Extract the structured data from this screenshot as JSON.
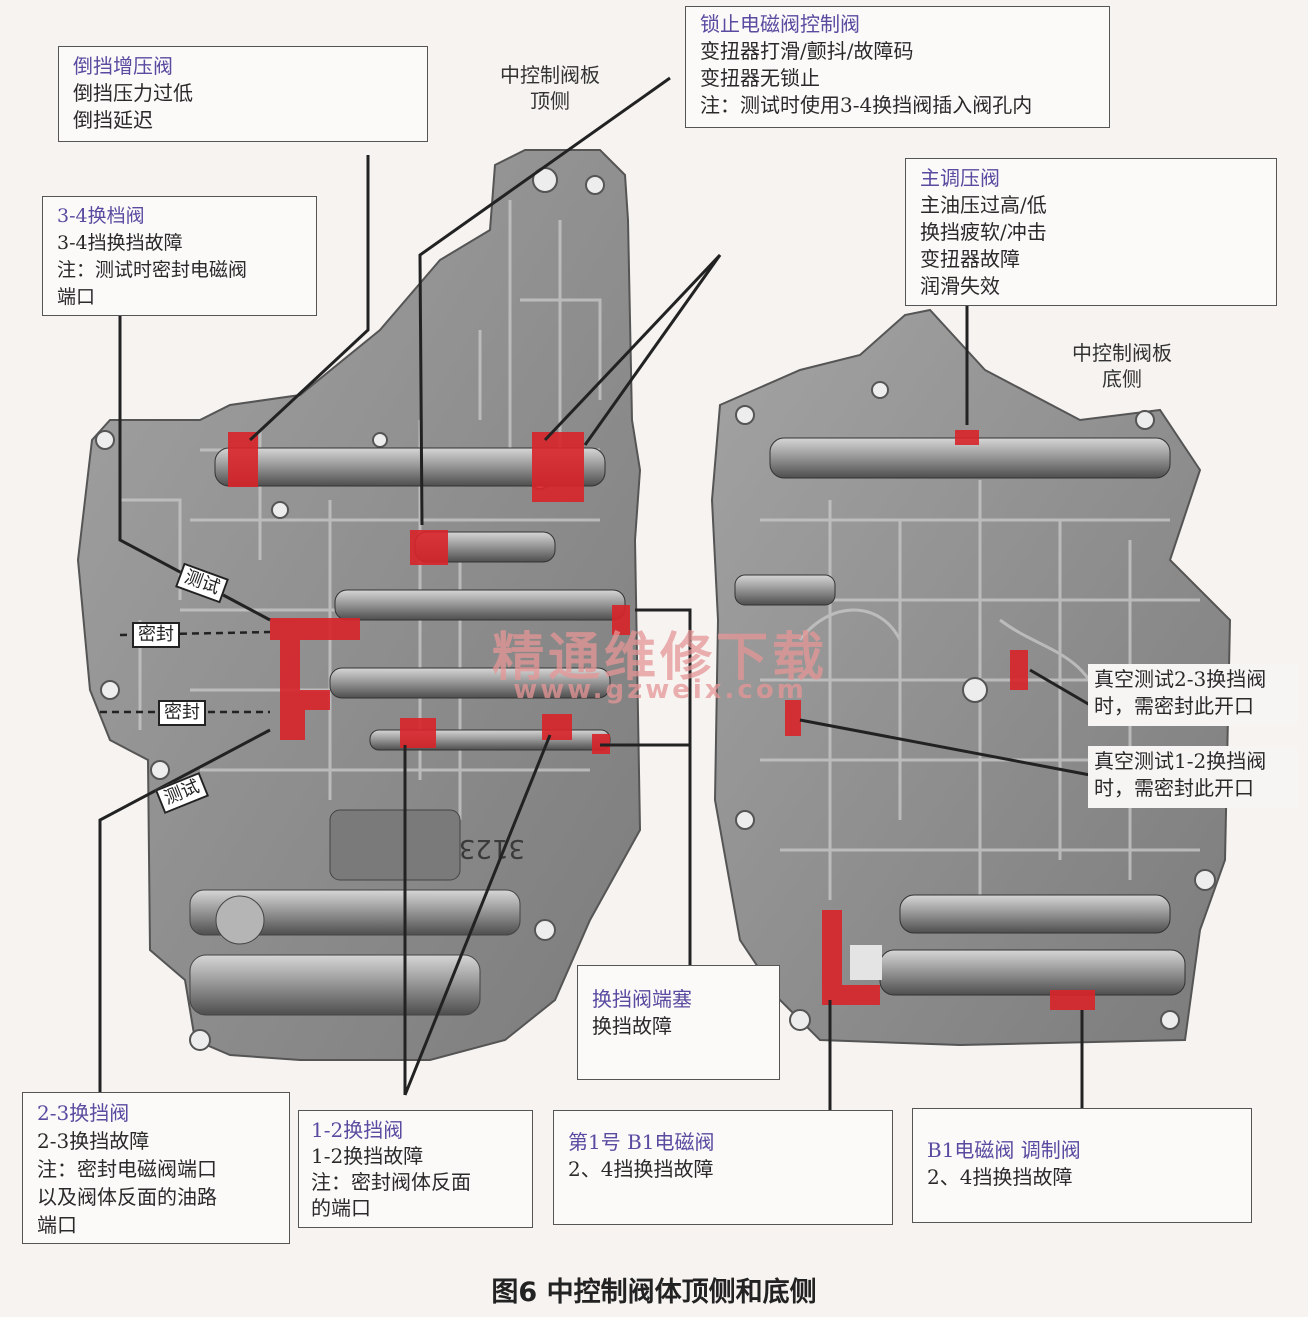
{
  "left_plate_label": [
    "中控制阀板",
    "顶侧"
  ],
  "right_plate_label": [
    "中控制阀板",
    "底侧"
  ],
  "callouts": {
    "reverse_boost": {
      "title": "倒挡增压阀",
      "lines": [
        "倒挡压力过低",
        "倒挡延迟"
      ]
    },
    "lockup_control": {
      "title": "锁止电磁阀控制阀",
      "lines": [
        "变扭器打滑/颤抖/故障码",
        "变扭器无锁止",
        "注：测试时使用3-4换挡阀插入阀孔内"
      ]
    },
    "shift_34": {
      "title": "3-4换档阀",
      "lines": [
        "3-4挡换挡故障",
        "注：测试时密封电磁阀",
        "端口"
      ]
    },
    "main_regulator": {
      "title": "主调压阀",
      "lines": [
        "主油压过高/低",
        "换挡疲软/冲击",
        "变扭器故障",
        "润滑失效"
      ]
    },
    "vacuum_23": {
      "lines": [
        "真空测试2-3换挡阀",
        "时，需密封此开口"
      ]
    },
    "vacuum_12": {
      "lines": [
        "真空测试1-2换挡阀",
        "时，需密封此开口"
      ]
    },
    "end_plug": {
      "title": "换挡阀端塞",
      "lines": [
        "换挡故障"
      ]
    },
    "shift_23": {
      "title": "2-3换挡阀",
      "lines": [
        "2-3换挡故障",
        "注：密封电磁阀端口",
        "以及阀体反面的油路",
        "端口"
      ]
    },
    "shift_12": {
      "title": "1-2换挡阀",
      "lines": [
        "1-2换挡故障",
        "注：密封阀体反面",
        "的端口"
      ]
    },
    "b1_solenoid": {
      "title": "第1号 B1电磁阀",
      "lines": [
        "2、4挡换挡故障"
      ]
    },
    "b1_modulator": {
      "title": "B1电磁阀 调制阀",
      "lines": [
        "2、4挡换挡故障"
      ]
    }
  },
  "tags": {
    "test_1": "测试",
    "seal_1": "密封",
    "seal_2": "密封",
    "test_2": "测试"
  },
  "casting_number": "3123",
  "watermark": {
    "cn": "精通维修下载",
    "url": "www.gzweix.com"
  },
  "caption": "图6 中控制阀体顶侧和底侧",
  "colors": {
    "highlight": "#d8242a",
    "plate": "#8e8e8e",
    "title_text": "#5a4aa0"
  }
}
